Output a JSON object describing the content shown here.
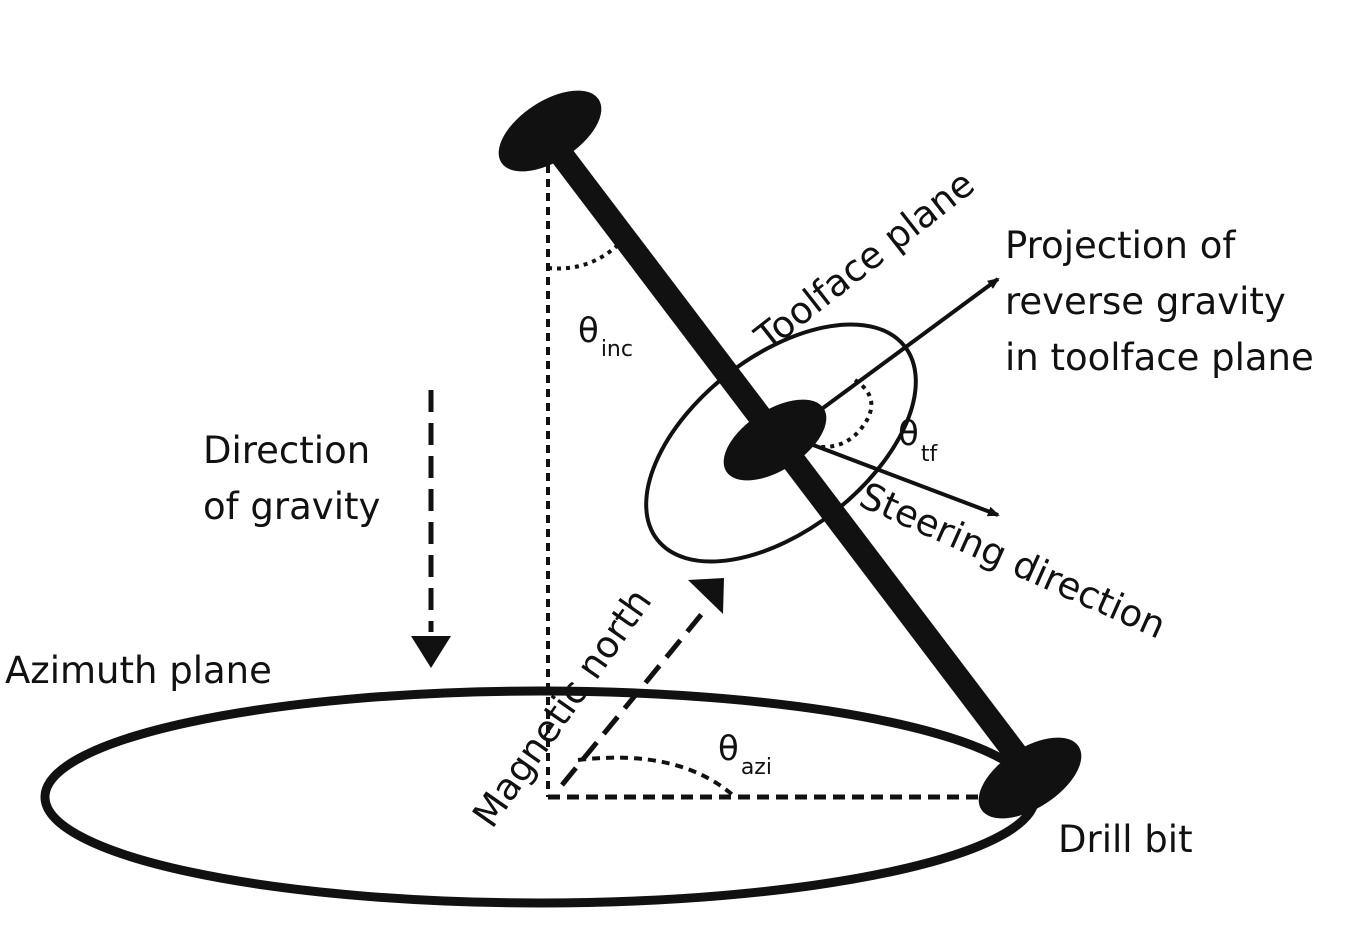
{
  "labels": {
    "toolface_plane": "Toolface plane",
    "projection_line1": "Projection of",
    "projection_line2": "reverse gravity",
    "projection_line3": "in toolface plane",
    "direction_line1": "Direction",
    "direction_line2": "of gravity",
    "steering_direction": "Steering direction",
    "azimuth_plane": "Azimuth plane",
    "magnetic_north": "Magnetic north",
    "drill_bit": "Drill bit"
  },
  "angles": {
    "inc": {
      "symbol": "θ",
      "subscript": "inc"
    },
    "tf": {
      "symbol": "θ",
      "subscript": "tf"
    },
    "azi": {
      "symbol": "θ",
      "subscript": "azi"
    }
  },
  "colors": {
    "ink": "#111111",
    "background": "#ffffff"
  }
}
